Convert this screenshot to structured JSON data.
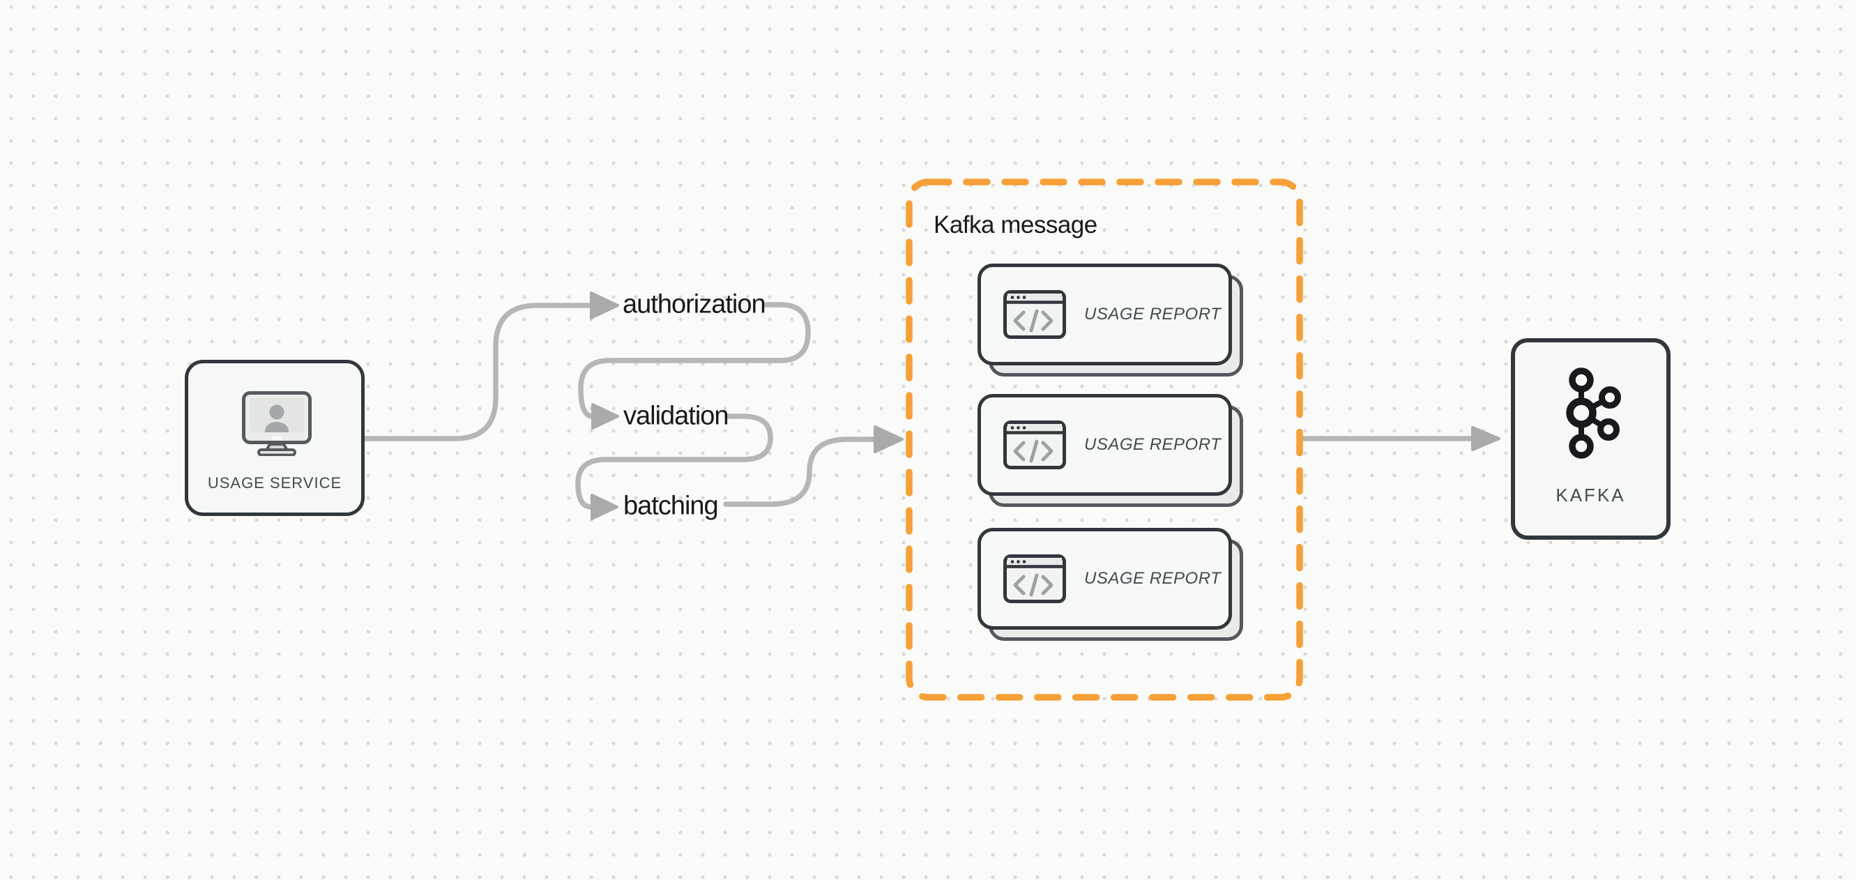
{
  "colors": {
    "accent_orange": "#F7A037",
    "line_gray": "#b6b6b6",
    "arrow_gray": "#a9aaaa",
    "border_dark": "#32373c",
    "shadow_card_border": "#54585c",
    "node_bg": "#f6f7f7",
    "card_bg": "#f7f8f8",
    "shadow_card_bg": "#e9eaea",
    "text_dark": "#17191b",
    "text_gray": "#45494d",
    "dot_color": "#dbdbdb",
    "canvas_bg": "#fafaf9",
    "icon_stroke_gray": "#9da1a4",
    "monitor_stroke": "#565a5e",
    "person_gray": "#a4a7aa"
  },
  "nodes": {
    "usage_service": {
      "label": "USAGE SERVICE",
      "icon": "monitor-user-icon"
    },
    "kafka": {
      "label": "KAFKA",
      "icon": "kafka-logo-icon"
    }
  },
  "flow": {
    "steps": [
      {
        "label": "authorization"
      },
      {
        "label": "validation"
      },
      {
        "label": "batching"
      }
    ]
  },
  "kafka_group": {
    "title": "Kafka message",
    "cards": [
      {
        "label": "USAGE REPORT",
        "icon": "code-window-icon"
      },
      {
        "label": "USAGE REPORT",
        "icon": "code-window-icon"
      },
      {
        "label": "USAGE REPORT",
        "icon": "code-window-icon"
      }
    ]
  }
}
